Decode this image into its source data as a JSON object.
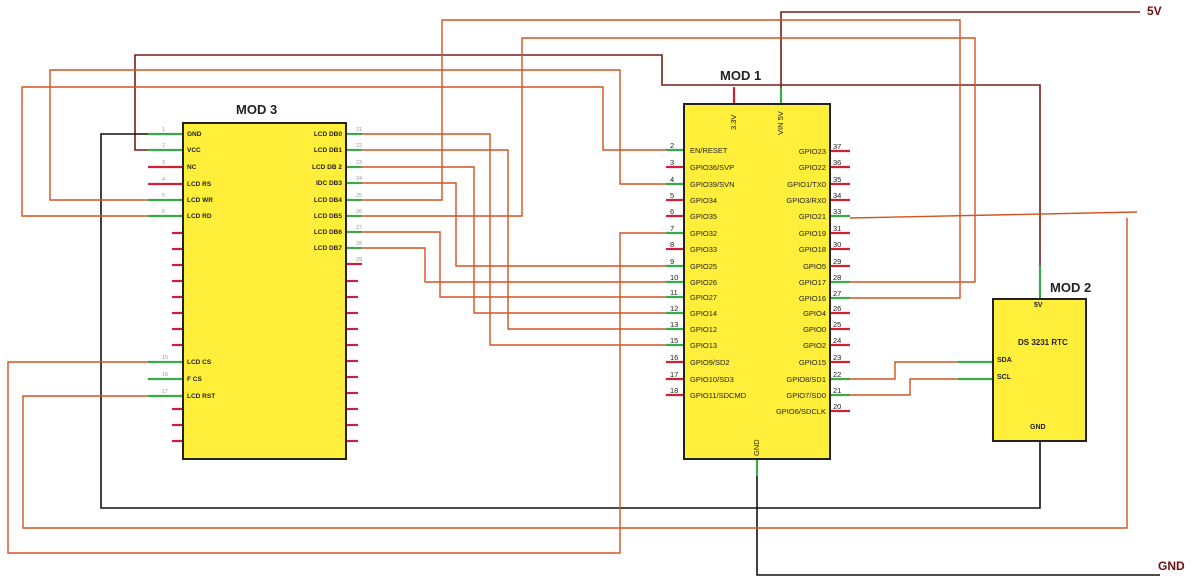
{
  "nets": {
    "vcc": "5V",
    "gnd": "GND"
  },
  "colors": {
    "power": "#7a1b1b",
    "signal": "#d4531f",
    "ground": "#111111",
    "pin_in": "#3aaa4a",
    "pin_nc": "#cc2233",
    "module_fill": "#ffef3a"
  },
  "mod1": {
    "title": "MOD 1",
    "top_pins": [
      "3.3V",
      "VIN 5V"
    ],
    "bottom_pin": "GND",
    "left_pins": [
      {
        "num": "2",
        "label": "EN/RESET"
      },
      {
        "num": "3",
        "label": "GPIO36/SVP"
      },
      {
        "num": "4",
        "label": "GPIO39/SVN"
      },
      {
        "num": "5",
        "label": "GPIO34"
      },
      {
        "num": "6",
        "label": "GPIO35"
      },
      {
        "num": "7",
        "label": "GPIO32"
      },
      {
        "num": "8",
        "label": "GPIO33"
      },
      {
        "num": "9",
        "label": "GPIO25"
      },
      {
        "num": "10",
        "label": "GPIO26"
      },
      {
        "num": "11",
        "label": "GPIO27"
      },
      {
        "num": "12",
        "label": "GPIO14"
      },
      {
        "num": "13",
        "label": "GPIO12"
      },
      {
        "num": "15",
        "label": "GPIO13"
      },
      {
        "num": "16",
        "label": "GPIO9/SD2"
      },
      {
        "num": "17",
        "label": "GPIO10/SD3"
      },
      {
        "num": "18",
        "label": "GPIO11/SDCMD"
      }
    ],
    "right_pins": [
      {
        "num": "37",
        "label": "GPIO23"
      },
      {
        "num": "36",
        "label": "GPIO22"
      },
      {
        "num": "35",
        "label": "GPIO1/TX0"
      },
      {
        "num": "34",
        "label": "GPIO3/RX0"
      },
      {
        "num": "33",
        "label": "GPIO21"
      },
      {
        "num": "31",
        "label": "GPIO19"
      },
      {
        "num": "30",
        "label": "GPIO18"
      },
      {
        "num": "29",
        "label": "GPIO5"
      },
      {
        "num": "28",
        "label": "GPIO17"
      },
      {
        "num": "27",
        "label": "GPIO16"
      },
      {
        "num": "26",
        "label": "GPIO4"
      },
      {
        "num": "25",
        "label": "GPIO0"
      },
      {
        "num": "24",
        "label": "GPIO2"
      },
      {
        "num": "23",
        "label": "GPIO15"
      },
      {
        "num": "22",
        "label": "GPIO8/SD1"
      },
      {
        "num": "21",
        "label": "GPIO7/SD0"
      },
      {
        "num": "20",
        "label": "GPIO6/SDCLK"
      }
    ]
  },
  "mod2": {
    "title": "MOD 2",
    "name": "DS 3231 RTC",
    "top_pin": "5V",
    "left_pins": [
      "SDA",
      "SCL"
    ],
    "bottom_pin": "GND"
  },
  "mod3": {
    "title": "MOD 3",
    "left_pins": [
      {
        "num": "1",
        "label": "GND"
      },
      {
        "num": "2",
        "label": "VCC"
      },
      {
        "num": "3",
        "label": "NC"
      },
      {
        "num": "4",
        "label": "LCD RS"
      },
      {
        "num": "5",
        "label": "LCD WR"
      },
      {
        "num": "6",
        "label": "LCD RD"
      },
      {
        "num": "15",
        "label": "LCD CS"
      },
      {
        "num": "16",
        "label": "F CS"
      },
      {
        "num": "17",
        "label": "LCD RST"
      }
    ],
    "right_pins": [
      {
        "num": "21",
        "label": "LCD DB0"
      },
      {
        "num": "22",
        "label": "LCD DB1"
      },
      {
        "num": "23",
        "label": "LCD DB 2"
      },
      {
        "num": "24",
        "label": "IDC DB3"
      },
      {
        "num": "25",
        "label": "LCD DB4"
      },
      {
        "num": "26",
        "label": "LCD  DB5"
      },
      {
        "num": "27",
        "label": "LCD DB6"
      },
      {
        "num": "28",
        "label": "LCD DB7"
      },
      {
        "num": "29",
        "label": ""
      }
    ]
  }
}
